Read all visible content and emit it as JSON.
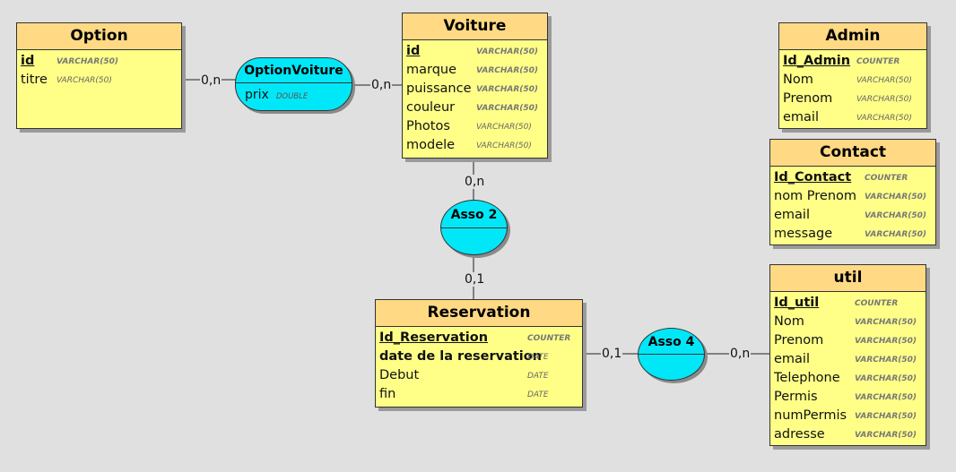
{
  "entities": {
    "option": {
      "title": "Option",
      "attrs": [
        {
          "name": "id",
          "type": "VARCHAR(50)"
        },
        {
          "name": "titre",
          "type": "VARCHAR(50)"
        }
      ]
    },
    "voiture": {
      "title": "Voiture",
      "attrs": [
        {
          "name": "id",
          "type": "VARCHAR(50)"
        },
        {
          "name": "marque",
          "type": "VARCHAR(50)"
        },
        {
          "name": "puissance",
          "type": "VARCHAR(50)"
        },
        {
          "name": "couleur",
          "type": "VARCHAR(50)"
        },
        {
          "name": "Photos",
          "type": "VARCHAR(50)"
        },
        {
          "name": "modele",
          "type": "VARCHAR(50)"
        }
      ]
    },
    "admin": {
      "title": "Admin",
      "attrs": [
        {
          "name": "Id_Admin",
          "type": "COUNTER"
        },
        {
          "name": "Nom",
          "type": "VARCHAR(50)"
        },
        {
          "name": "Prenom",
          "type": "VARCHAR(50)"
        },
        {
          "name": "email",
          "type": "VARCHAR(50)"
        }
      ]
    },
    "contact": {
      "title": "Contact",
      "attrs": [
        {
          "name": "Id_Contact",
          "type": "COUNTER"
        },
        {
          "name": "nom Prenom",
          "type": "VARCHAR(50)"
        },
        {
          "name": "email",
          "type": "VARCHAR(50)"
        },
        {
          "name": "message",
          "type": "VARCHAR(50)"
        }
      ]
    },
    "reservation": {
      "title": "Reservation",
      "attrs": [
        {
          "name": "Id_Reservation",
          "type": "COUNTER"
        },
        {
          "name": "date de la reservation",
          "type": "DATE"
        },
        {
          "name": "Debut",
          "type": "DATE"
        },
        {
          "name": "fin",
          "type": "DATE"
        }
      ]
    },
    "util": {
      "title": "util",
      "attrs": [
        {
          "name": "Id_util",
          "type": "COUNTER"
        },
        {
          "name": "Nom",
          "type": "VARCHAR(50)"
        },
        {
          "name": "Prenom",
          "type": "VARCHAR(50)"
        },
        {
          "name": "email",
          "type": "VARCHAR(50)"
        },
        {
          "name": "Telephone",
          "type": "VARCHAR(50)"
        },
        {
          "name": "Permis",
          "type": "VARCHAR(50)"
        },
        {
          "name": "numPermis",
          "type": "VARCHAR(50)"
        },
        {
          "name": "adresse",
          "type": "VARCHAR(50)"
        }
      ]
    }
  },
  "associations": {
    "optionvoiture": {
      "title": "OptionVoiture",
      "attr": "prix",
      "attr_type": "DOUBLE"
    },
    "asso2": {
      "title": "Asso 2"
    },
    "asso4": {
      "title": "Asso 4"
    }
  },
  "cardinalities": {
    "option_ov": "0,n",
    "ov_voiture": "0,n",
    "voiture_asso2": "0,n",
    "asso2_reservation": "0,1",
    "reservation_asso4": "0,1",
    "asso4_util": "0,n"
  },
  "colors": {
    "background": "#e0e0e0",
    "entity_header": "#ffd984",
    "entity_body": "#ffff88",
    "association": "#00e8f8"
  }
}
